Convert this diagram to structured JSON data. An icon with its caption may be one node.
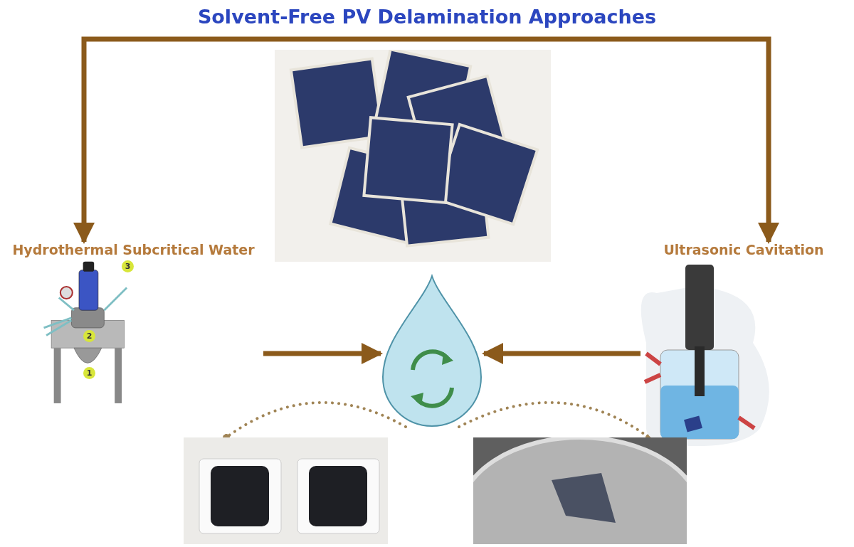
{
  "diagram": {
    "title": "Solvent-Free PV Delamination Approaches",
    "nodes": [
      {
        "text": [
          "Hydrothermal Subcritical Water"
        ]
      },
      {
        "text": [
          "Ultrasonic Cavitation"
        ]
      },
      {
        "text": [],
        "shape": "picture"
      },
      {
        "text": [],
        "shape": "picture"
      },
      {
        "text": [],
        "shape": "picture"
      },
      {
        "text": [],
        "shape": "picture"
      }
    ],
    "edges": [
      {
        "from": 0,
        "to": 3,
        "arrow": "to"
      },
      {
        "from": 1,
        "to": 3,
        "arrow": "to"
      },
      {
        "from": null,
        "to": 0,
        "arrow": "to"
      },
      {
        "from": null,
        "to": 1,
        "arrow": "to"
      },
      {
        "from": 3,
        "to": 4,
        "arrow": "other",
        "style": "dashed",
        "color": "#a08455"
      },
      {
        "from": 3,
        "to": 5,
        "arrow": "other",
        "style": "dashed",
        "color": "#a08455"
      }
    ],
    "labels": [
      "3",
      "2",
      "1"
    ]
  }
}
